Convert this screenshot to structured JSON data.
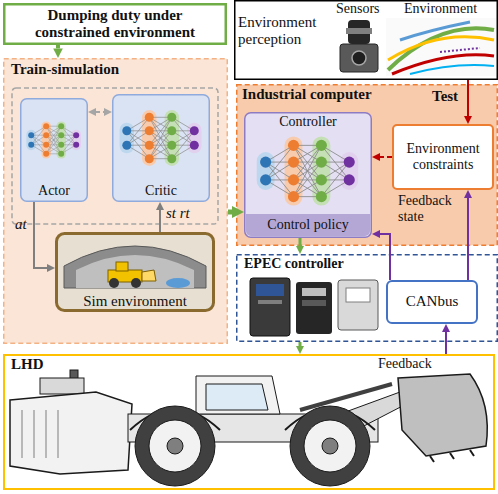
{
  "diagram": {
    "nodes": [
      {
        "text": [
          "Dumping duty under constrained environment"
        ]
      },
      {
        "text": [
          "Environment perception"
        ]
      },
      {
        "text": [
          "Train-simulation"
        ]
      },
      {
        "text": [
          "Actor"
        ],
        "in": 2
      },
      {
        "text": [
          "Critic"
        ],
        "in": 2
      },
      {
        "text": [
          "Sim environment"
        ],
        "in": 2
      },
      {
        "text": [
          "Industrial computer"
        ]
      },
      {
        "text": [
          "Controller",
          "Control policy"
        ],
        "in": 6
      },
      {
        "text": [
          "Environment constraints"
        ],
        "in": 6
      },
      {
        "text": [
          "EPEC controller"
        ]
      },
      {
        "text": [
          "CANbus"
        ],
        "in": 9
      },
      {
        "text": [
          "LHD"
        ]
      }
    ],
    "edges": [
      {
        "from": 0,
        "to": 2,
        "arrow": "to"
      },
      {
        "from": 3,
        "to": 4,
        "arrow": "both"
      },
      {
        "from": 5,
        "to": 4,
        "label": "st rt",
        "arrow": "to"
      },
      {
        "from": 3,
        "to": 5,
        "label": "at",
        "arrow": "to"
      },
      {
        "from": 2,
        "to": 7,
        "arrow": "to"
      },
      {
        "from": 1,
        "to": 8,
        "label": "Test",
        "arrow": "to"
      },
      {
        "from": 8,
        "to": 7,
        "arrow": "to"
      },
      {
        "from": 7,
        "to": 9,
        "arrow": "to"
      },
      {
        "from": 9,
        "to": 11,
        "arrow": "to"
      },
      {
        "from": 10,
        "to": 7,
        "label": "Feedback state",
        "arrow": "to"
      },
      {
        "from": 10,
        "to": 8,
        "arrow": "to"
      },
      {
        "from": 11,
        "to": 10,
        "label": "Feedback",
        "arrow": "to"
      }
    ],
    "labels": [
      "Sensors",
      "Environment"
    ]
  }
}
